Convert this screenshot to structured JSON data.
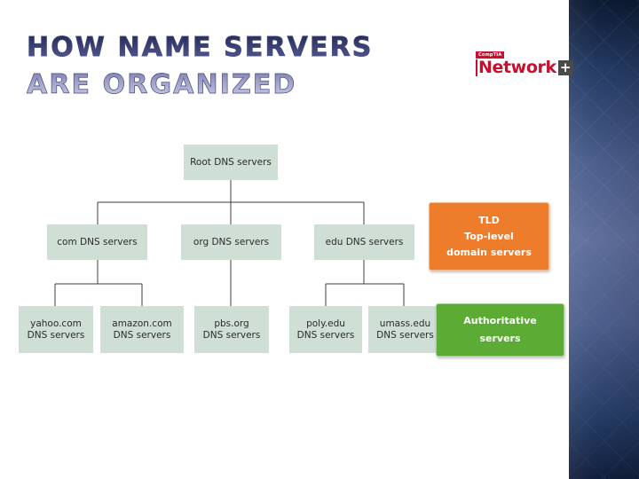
{
  "slide": {
    "title_lines": [
      "How Name Servers",
      "Are Organized"
    ],
    "background_color": "#ffffff",
    "band_color": "#5f6f9c"
  },
  "logo": {
    "brand": "CompTIA",
    "product": "Network",
    "plus": "+"
  },
  "diagram": {
    "node_fill": "#cfdfd5",
    "root": {
      "line1": "Root DNS servers"
    },
    "tld_nodes": [
      {
        "line1": "com DNS servers"
      },
      {
        "line1": "org DNS servers"
      },
      {
        "line1": "edu DNS servers"
      }
    ],
    "auth_nodes": [
      {
        "line1": "yahoo.com",
        "line2": "DNS servers"
      },
      {
        "line1": "amazon.com",
        "line2": "DNS servers"
      },
      {
        "line1": "pbs.org",
        "line2": "DNS servers"
      },
      {
        "line1": "poly.edu",
        "line2": "DNS servers"
      },
      {
        "line1": "umass.edu",
        "line2": "DNS servers"
      }
    ],
    "callouts": {
      "tld": {
        "line1": "TLD",
        "line2": "Top-level",
        "line3": "domain servers",
        "color": "#ed7d2b"
      },
      "authoritative": {
        "line1": "Authoritative",
        "line2": "servers",
        "color": "#5cab35"
      }
    }
  }
}
